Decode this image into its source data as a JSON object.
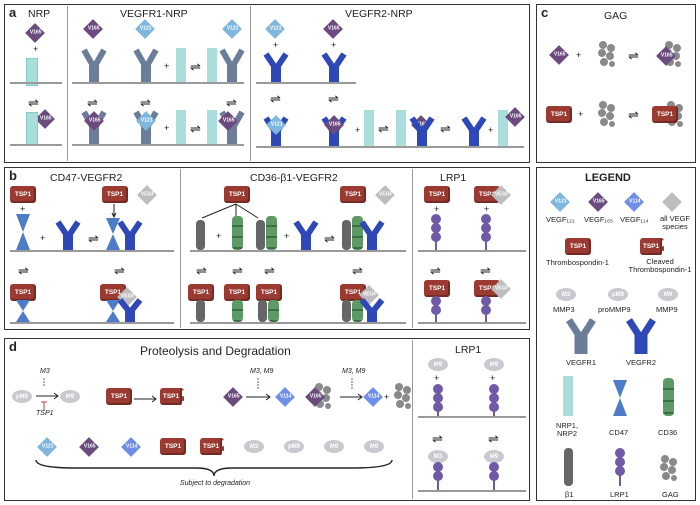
{
  "panels": {
    "a": {
      "label": "a",
      "titles": [
        "NRP",
        "VEGFR1-NRP",
        "VEGFR2-NRP"
      ]
    },
    "b": {
      "label": "b",
      "titles": [
        "CD47-VEGFR2",
        "CD36-β1-VEGFR2",
        "LRP1"
      ]
    },
    "c": {
      "label": "c",
      "title": "GAG"
    },
    "d": {
      "label": "d",
      "title": "Proteolysis and Degradation",
      "lrp_title": "LRP1",
      "subject": "Subject to degradation",
      "m3": "M3",
      "m3m9": "M3, M9",
      "tsp_label": "TSP1"
    }
  },
  "tags": {
    "v165": "V165",
    "v121": "V121",
    "v114": "V114",
    "tsp": "TSP1",
    "vegf": "VEGF",
    "m3": "M3",
    "m9": "M9",
    "pm9": "pM9"
  },
  "legend": {
    "title": "LEGEND",
    "vegf121": "VEGF₁₂₁",
    "vegf165": "VEGF₁₆₅",
    "vegf114": "VEGF₁₁₄",
    "all_vegf": "all VEGF species",
    "tsp1": "Thrombospondin-1",
    "cleaved": "Cleaved Thrombospondin-1",
    "mmp3": "MMP3",
    "prommp9": "proMMP9",
    "mmp9": "MMP9",
    "vegfr1": "VEGFR1",
    "vegfr2": "VEGFR2",
    "nrp": "NRP1, NRP2",
    "cd47": "CD47",
    "cd36": "CD36",
    "b1": "β1",
    "lrp1": "LRP1",
    "gag": "GAG"
  },
  "colors": {
    "v165": "#6b4a7e",
    "v121": "#7fb6de",
    "v114": "#6f8ee8",
    "vegf": "#bdbdbd",
    "tsp": "#9b3a30",
    "nrp": "#a9dedd",
    "vegfr1": "#6b7d98",
    "vegfr2": "#2f48b8",
    "cd47": "#4f7cc8",
    "cd36": "#5e9a66",
    "b1": "#666666",
    "lrp1": "#6f5aa8",
    "gag": "#8a8a8a",
    "mmp": "#c9c9cf"
  }
}
